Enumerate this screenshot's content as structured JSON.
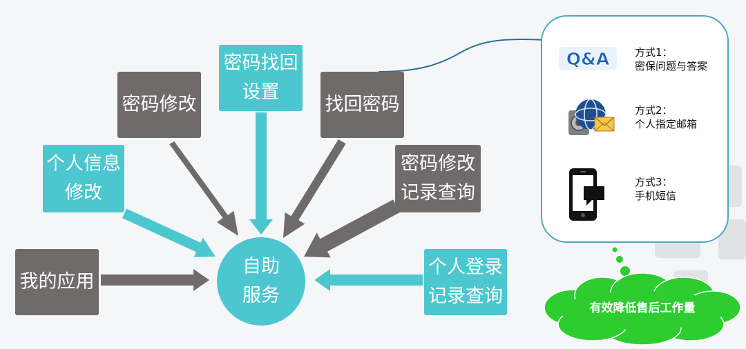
{
  "diagram": {
    "center": "自助\n服务",
    "nodes": [
      {
        "id": "my-apps",
        "label": "我的应用"
      },
      {
        "id": "personal-info-edit",
        "label": "个人信息\n修改"
      },
      {
        "id": "password-change",
        "label": "密码修改"
      },
      {
        "id": "password-recovery-settings",
        "label": "密码找回\n设置"
      },
      {
        "id": "recover-password",
        "label": "找回密码"
      },
      {
        "id": "password-change-log",
        "label": "密码修改\n记录查询"
      },
      {
        "id": "login-log",
        "label": "个人登录\n记录查询"
      }
    ],
    "methods": [
      {
        "title": "方式1：",
        "desc": "密保问题与答案",
        "icon": "qa-icon",
        "icon_text": "Q&A"
      },
      {
        "title": "方式2：",
        "desc": "个人指定邮箱",
        "icon": "email-globe-icon"
      },
      {
        "title": "方式3：",
        "desc": "手机短信",
        "icon": "phone-sms-icon"
      }
    ],
    "cloud": "有效降低售后工作量",
    "colors": {
      "gray": "#6f6b6b",
      "teal": "#4cc6cf",
      "cloud": "#2ecc2e",
      "panel_border": "#4aa7c4"
    }
  }
}
